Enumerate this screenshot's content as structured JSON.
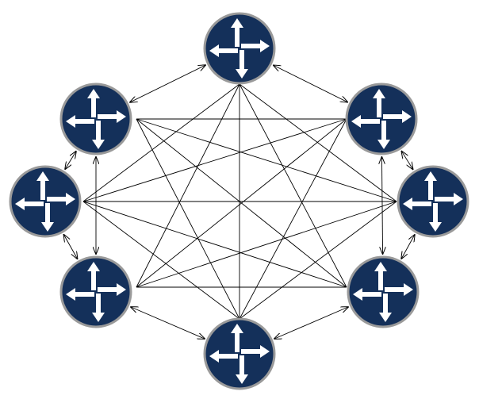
{
  "diagram": {
    "type": "full-mesh-network",
    "node_icon": "router-icon",
    "node_count": 8,
    "colors": {
      "node_fill": "#14305a",
      "node_ring": "#9a9a9a",
      "arrow_fill": "#ffffff",
      "link": "#000000",
      "background": "#ffffff"
    },
    "nodes": [
      {
        "id": "top"
      },
      {
        "id": "upper-right"
      },
      {
        "id": "right"
      },
      {
        "id": "lower-right"
      },
      {
        "id": "bottom"
      },
      {
        "id": "lower-left"
      },
      {
        "id": "left"
      },
      {
        "id": "upper-left"
      }
    ],
    "ring_links": [
      [
        "top",
        "upper-right"
      ],
      [
        "upper-right",
        "right"
      ],
      [
        "right",
        "lower-right"
      ],
      [
        "lower-right",
        "bottom"
      ],
      [
        "bottom",
        "lower-left"
      ],
      [
        "lower-left",
        "left"
      ],
      [
        "left",
        "upper-left"
      ],
      [
        "upper-left",
        "top"
      ],
      [
        "upper-right",
        "lower-right"
      ],
      [
        "upper-left",
        "lower-left"
      ]
    ],
    "mesh_links_full": true
  }
}
